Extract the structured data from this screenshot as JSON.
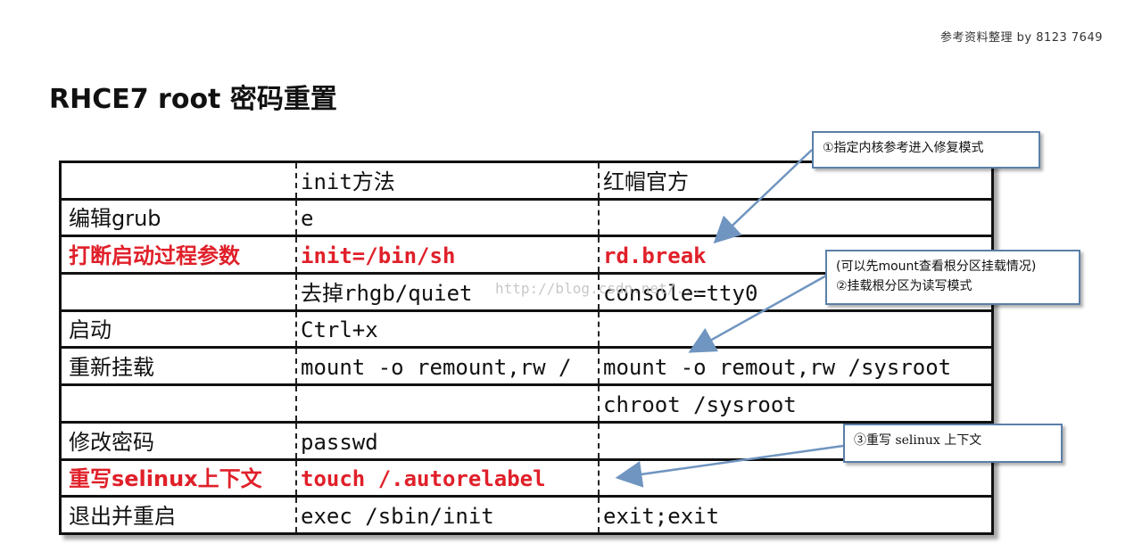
{
  "header_note": "参考资料整理 by 8123 7649",
  "title": "RHCE7 root 密码重置",
  "table": {
    "rows": [
      {
        "c0": "",
        "c1": "init方法",
        "c2": "红帽官方",
        "highlight": false
      },
      {
        "c0": "编辑grub",
        "c1": "e",
        "c2": "",
        "highlight": false
      },
      {
        "c0": "打断启动过程参数",
        "c1": "init=/bin/sh",
        "c2": "rd.break",
        "highlight": true
      },
      {
        "c0": "",
        "c1": "去掉rhgb/quiet",
        "c2": "console=tty0",
        "highlight": false
      },
      {
        "c0": "启动",
        "c1": "Ctrl+x",
        "c2": "",
        "highlight": false
      },
      {
        "c0": "重新挂载",
        "c1": "mount -o remount,rw /",
        "c2": "mount -o remout,rw /sysroot",
        "highlight": false
      },
      {
        "c0": "",
        "c1": "",
        "c2": "chroot /sysroot",
        "highlight": false
      },
      {
        "c0": "修改密码",
        "c1": "passwd",
        "c2": "",
        "highlight": false
      },
      {
        "c0": "重写selinux上下文",
        "c1": "touch /.autorelabel",
        "c2": "",
        "highlight": true
      },
      {
        "c0": "退出并重启",
        "c1": "exec /sbin/init",
        "c2": "exit;exit",
        "highlight": false
      }
    ]
  },
  "callouts": {
    "c1": "①指定内核参考进入修复模式",
    "c2_line1": "(可以先mount查看根分区挂载情况)",
    "c2_line2": "②挂载根分区为读写模式",
    "c3": "③重写 selinux 上下文"
  },
  "watermark": "http://blog.csdn.net/...",
  "colors": {
    "highlight": "#e0202a",
    "callout_border": "#5a7fa8",
    "arrow": "#6f95c0"
  }
}
